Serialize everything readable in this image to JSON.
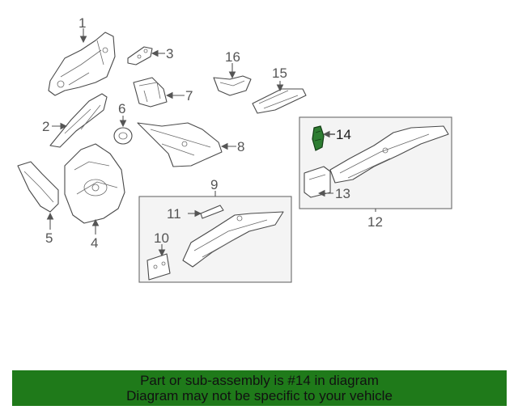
{
  "diagram": {
    "highlight_color": "#2e7d32",
    "callouts": {
      "c1": "1",
      "c2": "2",
      "c3": "3",
      "c4": "4",
      "c5": "5",
      "c6": "6",
      "c7": "7",
      "c8": "8",
      "c9": "9",
      "c10": "10",
      "c11": "11",
      "c12": "12",
      "c13": "13",
      "c14": "14",
      "c15": "15",
      "c16": "16"
    }
  },
  "banner": {
    "line1": "Part or sub-assembly is #14 in diagram",
    "line2": "Diagram may not be specific to your vehicle",
    "background": "#1f7a1a"
  }
}
